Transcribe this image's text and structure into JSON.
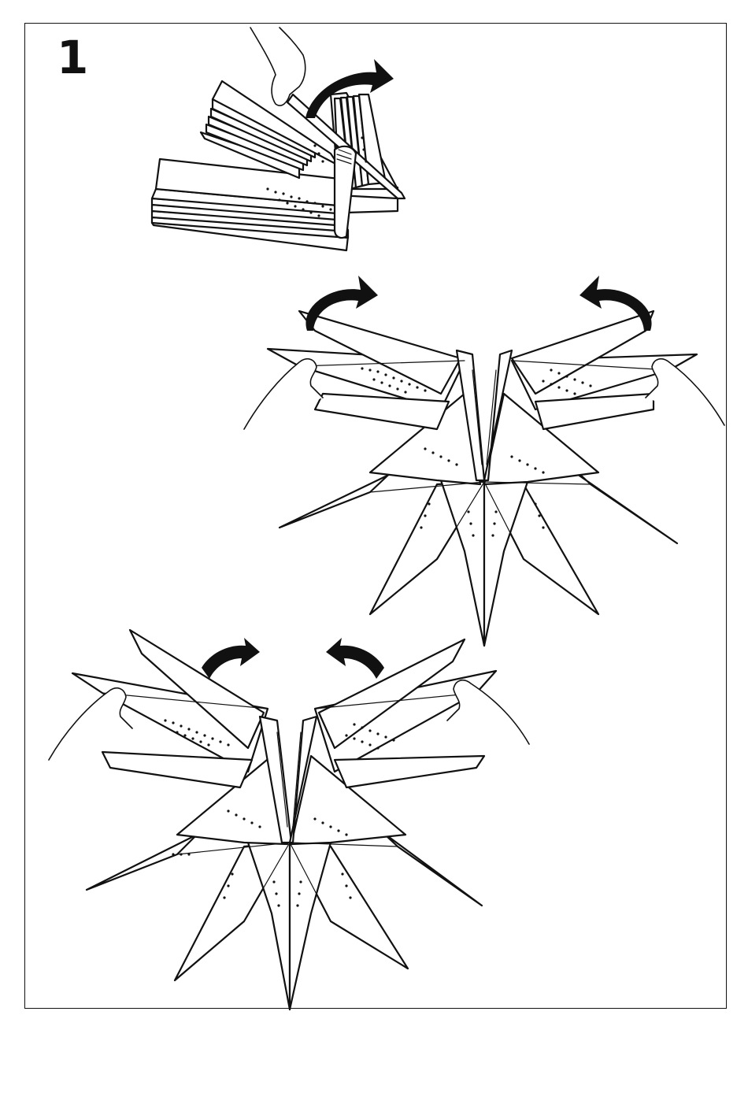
{
  "step": {
    "number": "1"
  },
  "illustrations": [
    {
      "name": "stacked-star-points-with-clip",
      "icon": "clip-icon"
    },
    {
      "name": "unfolding-star-upper",
      "icon": "star-icon"
    },
    {
      "name": "unfolding-star-lower",
      "icon": "star-icon"
    }
  ],
  "colors": {
    "line": "#111111",
    "background": "#ffffff"
  }
}
